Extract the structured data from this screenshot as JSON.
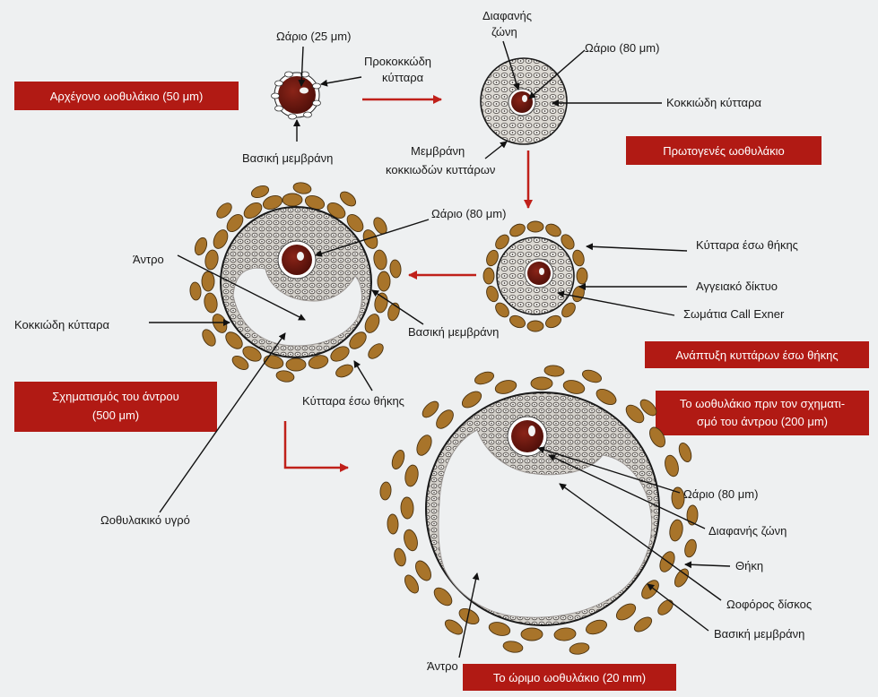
{
  "boxes": {
    "primordial": "Αρχέγονο ωοθυλάκιο (50 μm)",
    "primary": "Πρωτογενές ωοθυλάκιο",
    "theca_development": "Ανάπτυξη κυττάρων έσω θήκης",
    "antrum_formation_1": "Σχηματισμός του άντρου",
    "antrum_formation_2": "(500 μm)",
    "preantral_1": "Το ωοθυλάκιο πριν τον σχηματι-",
    "preantral_2": "σμό του άντρου (200 μm)",
    "mature": "Το ώριμο ωοθυλάκιο (20 mm)"
  },
  "labels": {
    "oocyte_25": "Ωάριο (25 μm)",
    "pregranulosa_1": "Προκοκκώδη",
    "pregranulosa_2": "κύτταρα",
    "basal_membrane_1": "Βασική μεμβράνη",
    "zona_1": "Διαφανής",
    "zona_2": "ζώνη",
    "oocyte_80_1": "Ωάριο (80 μm)",
    "granulosa_1": "Κοκκιώδη κύτταρα",
    "granulosa_membrane_1": "Μεμβράνη",
    "granulosa_membrane_2": "κοκκιωδών κυττάρων",
    "oocyte_80_2": "Ωάριο (80 μm)",
    "antrum_1": "Άντρο",
    "granulosa_2": "Κοκκιώδη κύτταρα",
    "basal_membrane_2": "Βασική μεμβράνη",
    "theca_interna_1": "Κύτταρα έσω θήκης",
    "theca_interna_2": "Κύτταρα έσω θήκης",
    "vascular": "Αγγειακό δίκτυο",
    "call_exner": "Σωμάτια Call Exner",
    "follicular_fluid": "Ωοθυλακικό υγρό",
    "oocyte_80_3": "Ωάριο (80 μm)",
    "zona_3": "Διαφανής ζώνη",
    "theca": "Θήκη",
    "cumulus": "Ωοφόρος δίσκος",
    "basal_membrane_3": "Βασική μεμβράνη",
    "antrum_2": "Άντρο"
  },
  "colors": {
    "box_fill": "#b11a14",
    "box_text": "#ffffff",
    "flow_arrow": "#c0201a",
    "oocyte": "#6a1410",
    "theca_cell": "#a8742a",
    "granulosa_bg": "#d9d6d0",
    "background": "#eef0f1"
  }
}
